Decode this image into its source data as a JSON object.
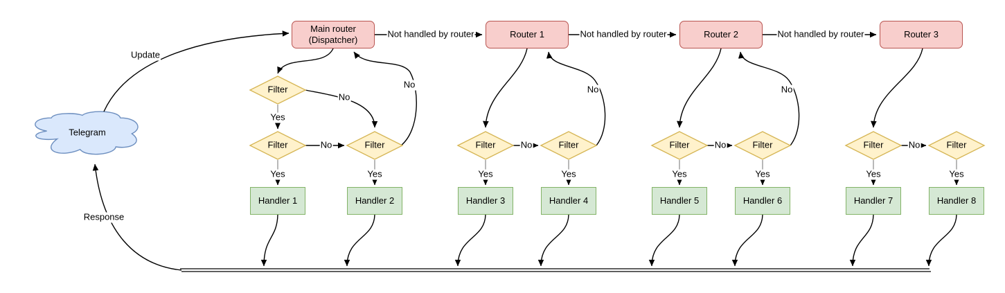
{
  "diagram": {
    "cloud": {
      "label": "Telegram"
    },
    "routers": [
      {
        "label": "Main router (Dispatcher)"
      },
      {
        "label": "Router 1"
      },
      {
        "label": "Router 2"
      },
      {
        "label": "Router 3"
      }
    ],
    "filter_label": "Filter",
    "handlers": [
      "Handler 1",
      "Handler 2",
      "Handler 3",
      "Handler 4",
      "Handler 5",
      "Handler 6",
      "Handler 7",
      "Handler 8"
    ],
    "edge_labels": {
      "update": "Update",
      "response": "Response",
      "not_handled": "Not handled by router",
      "yes": "Yes",
      "no": "No"
    },
    "colors": {
      "router_fill": "#f8cecc",
      "router_stroke": "#b85450",
      "filter_fill": "#fff2cc",
      "filter_stroke": "#d6b656",
      "handler_fill": "#d5e8d4",
      "handler_stroke": "#82b366",
      "cloud_fill": "#dae8fc",
      "cloud_stroke": "#6c8ebf",
      "edge": "#000000"
    }
  }
}
